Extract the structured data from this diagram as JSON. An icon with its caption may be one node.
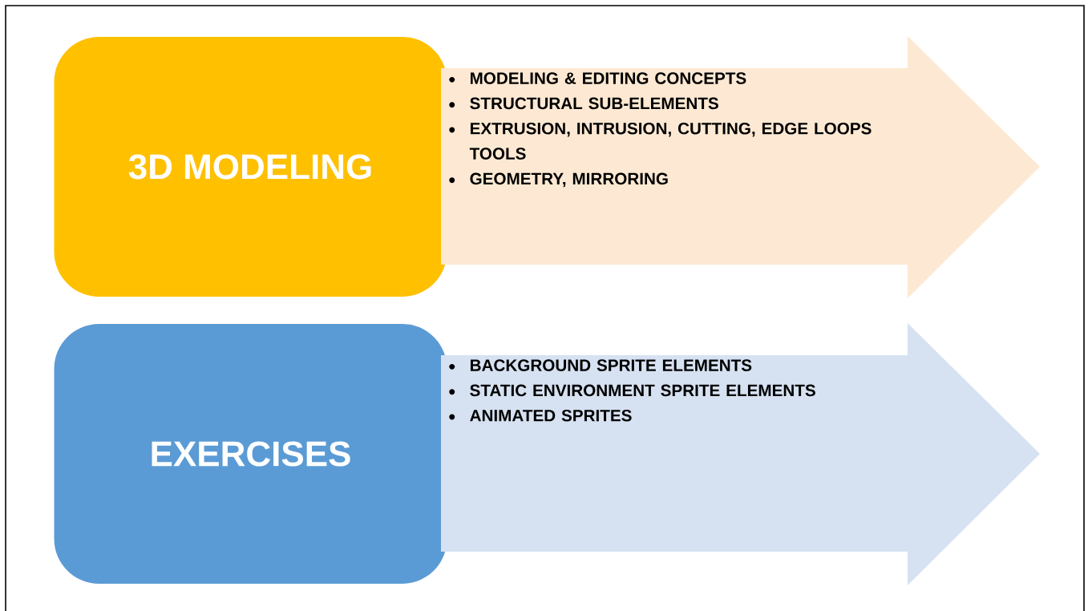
{
  "diagram": {
    "nodes": [
      {
        "text": [
          "3D MODELING"
        ]
      },
      {
        "text": [
          "MODELING & EDITING CONCEPTS",
          "STRUCTURAL SUB-ELEMENTS",
          "EXTRUSION, INTRUSION, CUTTING, EDGE LOOPS TOOLS",
          "GEOMETRY, MIRRORING"
        ]
      },
      {
        "text": [
          "EXERCISES"
        ]
      },
      {
        "text": [
          "BACKGROUND SPRITE ELEMENTS",
          "STATIC ENVIRONMENT SPRITE ELEMENTS",
          "ANIMATED SPRITES"
        ]
      }
    ]
  }
}
